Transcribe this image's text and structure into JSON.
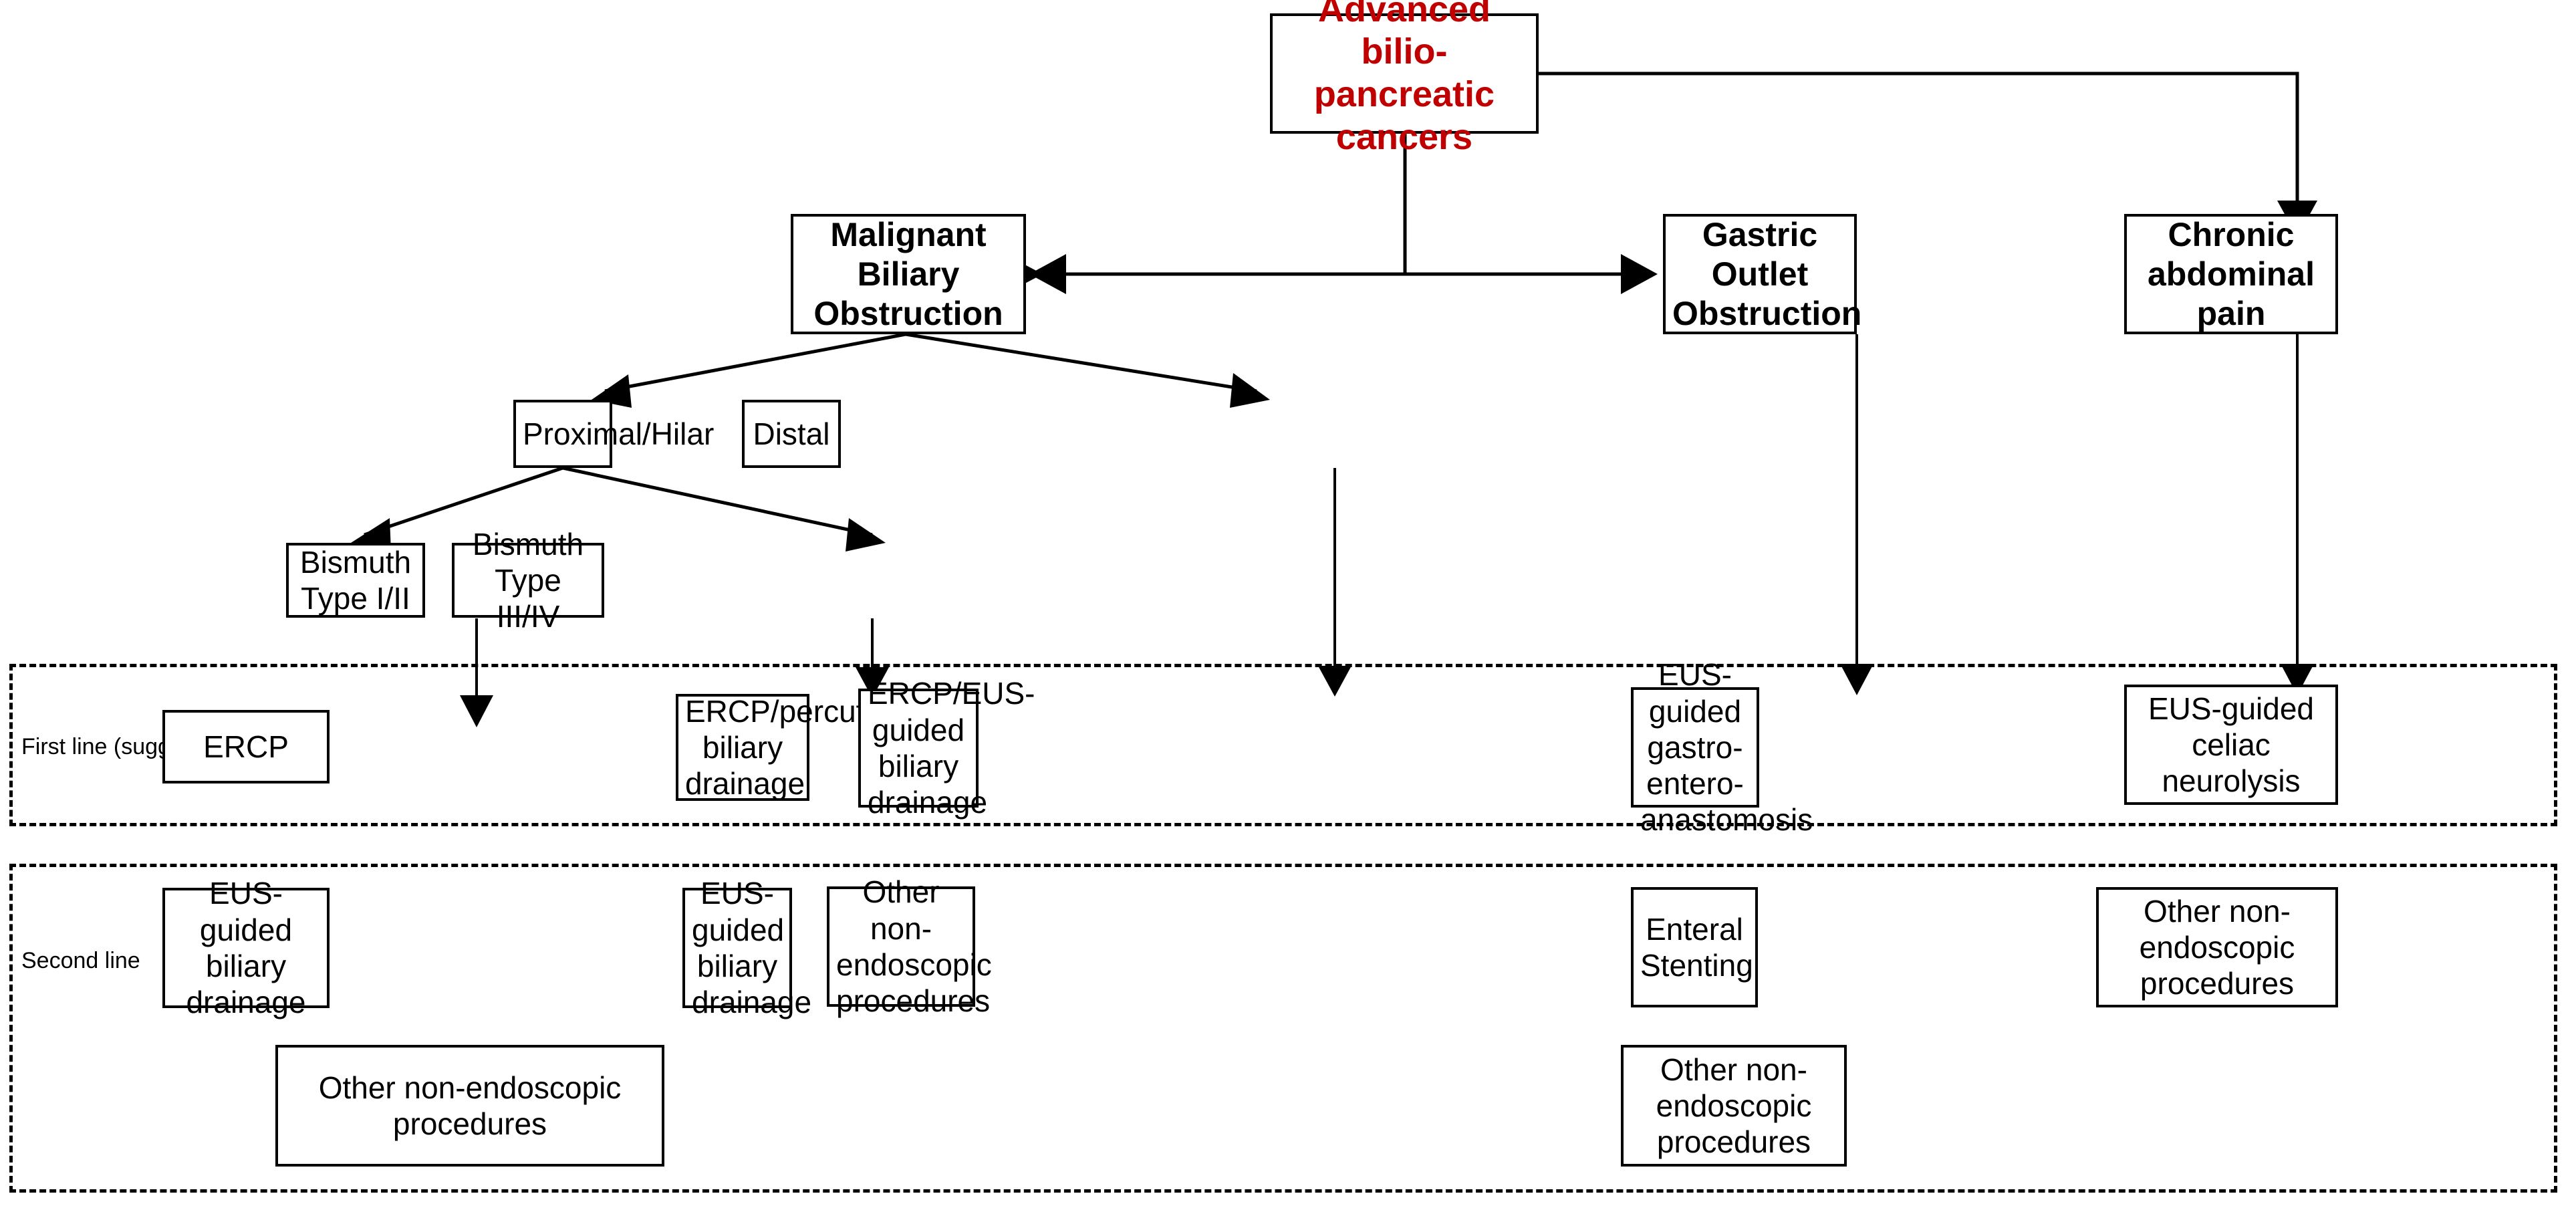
{
  "diagram": {
    "title_node": {
      "label": "Advanced bilio-pancreatic\ncancers",
      "color": "#C00000"
    },
    "level1": [
      {
        "id": "mbo",
        "label": "Malignant Biliary\nObstruction"
      },
      {
        "id": "goo",
        "label": "Gastric Outlet\nObstruction"
      },
      {
        "id": "cap",
        "label": "Chronic\nabdominal pain"
      }
    ],
    "level2": [
      {
        "id": "proximal",
        "label": "Proximal/Hilar"
      },
      {
        "id": "distal",
        "label": "Distal"
      }
    ],
    "level3": [
      {
        "id": "bismuth12",
        "label": "Bismuth Type I/II"
      },
      {
        "id": "bismuth34",
        "label": "Bismuth Type III/IV"
      }
    ],
    "bands": [
      {
        "id": "first-line",
        "label": "First line (suggested)"
      },
      {
        "id": "second-line",
        "label": "Second line"
      }
    ],
    "first_line": [
      {
        "id": "fl-ercp",
        "label": "ERCP"
      },
      {
        "id": "fl-ercp-perc",
        "label": "ERCP/percutaneous\nbiliary drainage"
      },
      {
        "id": "fl-ercp-eus",
        "label": "ERCP/EUS-guided\nbiliary drainage"
      },
      {
        "id": "fl-eus-gea",
        "label": "EUS-guided gastro-\nentero-anastomosis"
      },
      {
        "id": "fl-eus-celiac",
        "label": "EUS-guided celiac\nneurolysis"
      }
    ],
    "second_line_row1": [
      {
        "id": "sl-eus-bd-1",
        "label": "EUS-guided\nbiliary drainage"
      },
      {
        "id": "sl-eus-bd-2",
        "label": "EUS-guided\nbiliary drainage"
      },
      {
        "id": "sl-other-1",
        "label": "Other non-endoscopic\nprocedures"
      },
      {
        "id": "sl-enteral-stent",
        "label": "Enteral Stenting"
      },
      {
        "id": "sl-other-3",
        "label": "Other non-endoscopic\nprocedures"
      }
    ],
    "second_line_row2": [
      {
        "id": "sl-other-2",
        "label": "Other non-endoscopic\nprocedures"
      },
      {
        "id": "sl-other-4",
        "label": "Other non-endoscopic\nprocedures"
      }
    ]
  }
}
